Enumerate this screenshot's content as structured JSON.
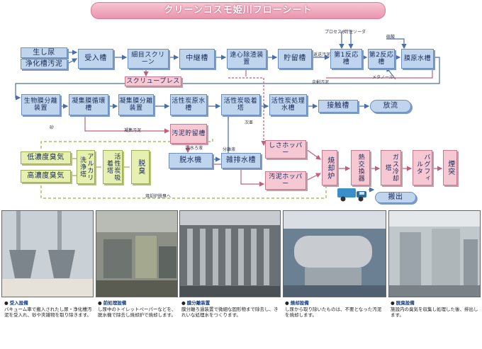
{
  "title": "クリーンコスモ姫川フローシート",
  "boxes": {
    "namashinyo": "生し尿",
    "jokaso": "浄化槽汚泥",
    "ukeire": "受入槽",
    "saimoku": "細目スクリーン",
    "chukei": "中継槽",
    "enshin": "遠心除渣装置",
    "chozo": "貯留槽",
    "hanno1": "第1反応槽",
    "hanno2": "第2反応槽",
    "gensui": "膜原水槽",
    "screwpress": "スクリュープレス",
    "seibutsumaku": "生物膜分離装置",
    "gyoshu_junkan": "凝集膜循環槽",
    "gyoshu_bunri": "凝集膜分離装置",
    "kasseitan_gensui": "活性炭原水槽",
    "kasseitan_kyuchaku": "活性炭吸着塔",
    "kasseitan_shori": "活性炭処理水槽",
    "sesshoku": "接触槽",
    "horyu": "放流",
    "odei_chozo": "汚泥貯留槽",
    "shiwa_hopper": "しさホッパー",
    "odei_hopper": "汚泥ホッパー",
    "dassuiki": "脱水機",
    "zatsuhai": "雑排水槽",
    "teinodo": "低濃度臭気",
    "konodo": "高濃度臭気",
    "senjo": "アルカリ洗浄塔",
    "kyuchaku": "活性炭吸着塔",
    "dasshu": "脱臭",
    "shokyakuro": "焼却炉",
    "netsukokan": "熱交換器",
    "gasu": "ガス冷却塔",
    "bag": "バグフィルタ",
    "entotsu": "煙突",
    "hanshutsu": "搬出"
  },
  "small_labels": {
    "process_water": "プロセス水",
    "caustic": "苛性ソーダ",
    "sulfuric": "硫酸",
    "methanol": "メタノール",
    "reflux": "返送汚泥",
    "surplus": "余剰汚泥",
    "sand": "砂",
    "coag_sludge": "凝集汚泥",
    "sodium": "次亜",
    "filtrate": "脱水ろ液",
    "separated": "分離液",
    "odor_outlet": "焼却炉脱臭へ"
  },
  "photos": [
    {
      "caption_title": "受入設備",
      "caption_text": "バキューム車で搬入されたし尿・浄化槽汚泥を受入れ、砂や夾雑物を取り除きます。"
    },
    {
      "caption_title": "前処理設備",
      "caption_text": "し尿中のトイレットペーパーなどを、脱水機で除去し焼却炉で焼却します。"
    },
    {
      "caption_title": "膜分離装置",
      "caption_text": "膜分離ろ過装置で微細な固形物まで除去し、きれいな処理水をつくります。"
    },
    {
      "caption_title": "焼却設備",
      "caption_text": "し尿から取り除いたものは、不要となった汚泥を焼却します。"
    },
    {
      "caption_title": "脱臭設備",
      "caption_text": "施設内の臭気を収集し処理した後、排出します。"
    }
  ],
  "colors": {
    "blue": "#bfd5ee",
    "pink": "#f5c8d4",
    "green": "#e6f0b0",
    "title": "#e994ad"
  }
}
